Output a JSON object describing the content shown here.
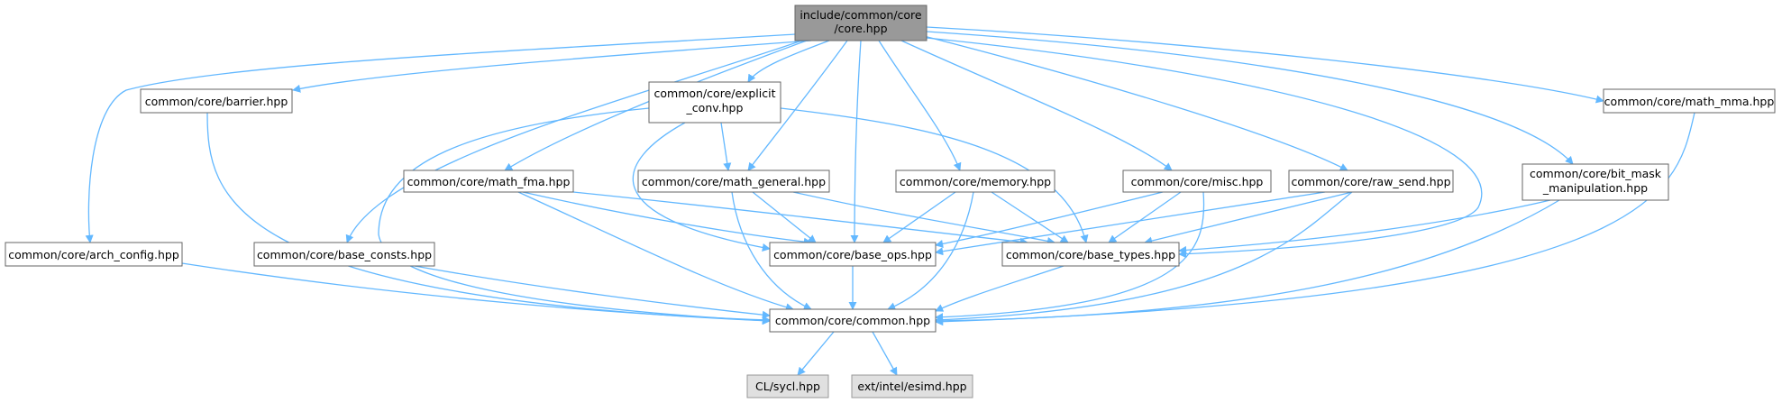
{
  "colors": {
    "edge": "#63b8ff",
    "root_fill": "#999999",
    "external_fill": "#e0e0e0",
    "node_fill": "#ffffff",
    "node_border": "#666666"
  },
  "nodes": {
    "core": [
      "include/common/core",
      "/core.hpp"
    ],
    "barrier": [
      "common/core/barrier.hpp"
    ],
    "explicit_conv": [
      "common/core/explicit",
      "_conv.hpp"
    ],
    "math_mma": [
      "common/core/math_mma.hpp"
    ],
    "math_fma": [
      "common/core/math_fma.hpp"
    ],
    "math_general": [
      "common/core/math_general.hpp"
    ],
    "memory": [
      "common/core/memory.hpp"
    ],
    "misc": [
      "common/core/misc.hpp"
    ],
    "raw_send": [
      "common/core/raw_send.hpp"
    ],
    "bit_mask": [
      "common/core/bit_mask",
      "_manipulation.hpp"
    ],
    "arch_config": [
      "common/core/arch_config.hpp"
    ],
    "base_consts": [
      "common/core/base_consts.hpp"
    ],
    "base_ops": [
      "common/core/base_ops.hpp"
    ],
    "base_types": [
      "common/core/base_types.hpp"
    ],
    "common": [
      "common/core/common.hpp"
    ],
    "sycl": [
      "CL/sycl.hpp"
    ],
    "esimd": [
      "ext/intel/esimd.hpp"
    ]
  }
}
